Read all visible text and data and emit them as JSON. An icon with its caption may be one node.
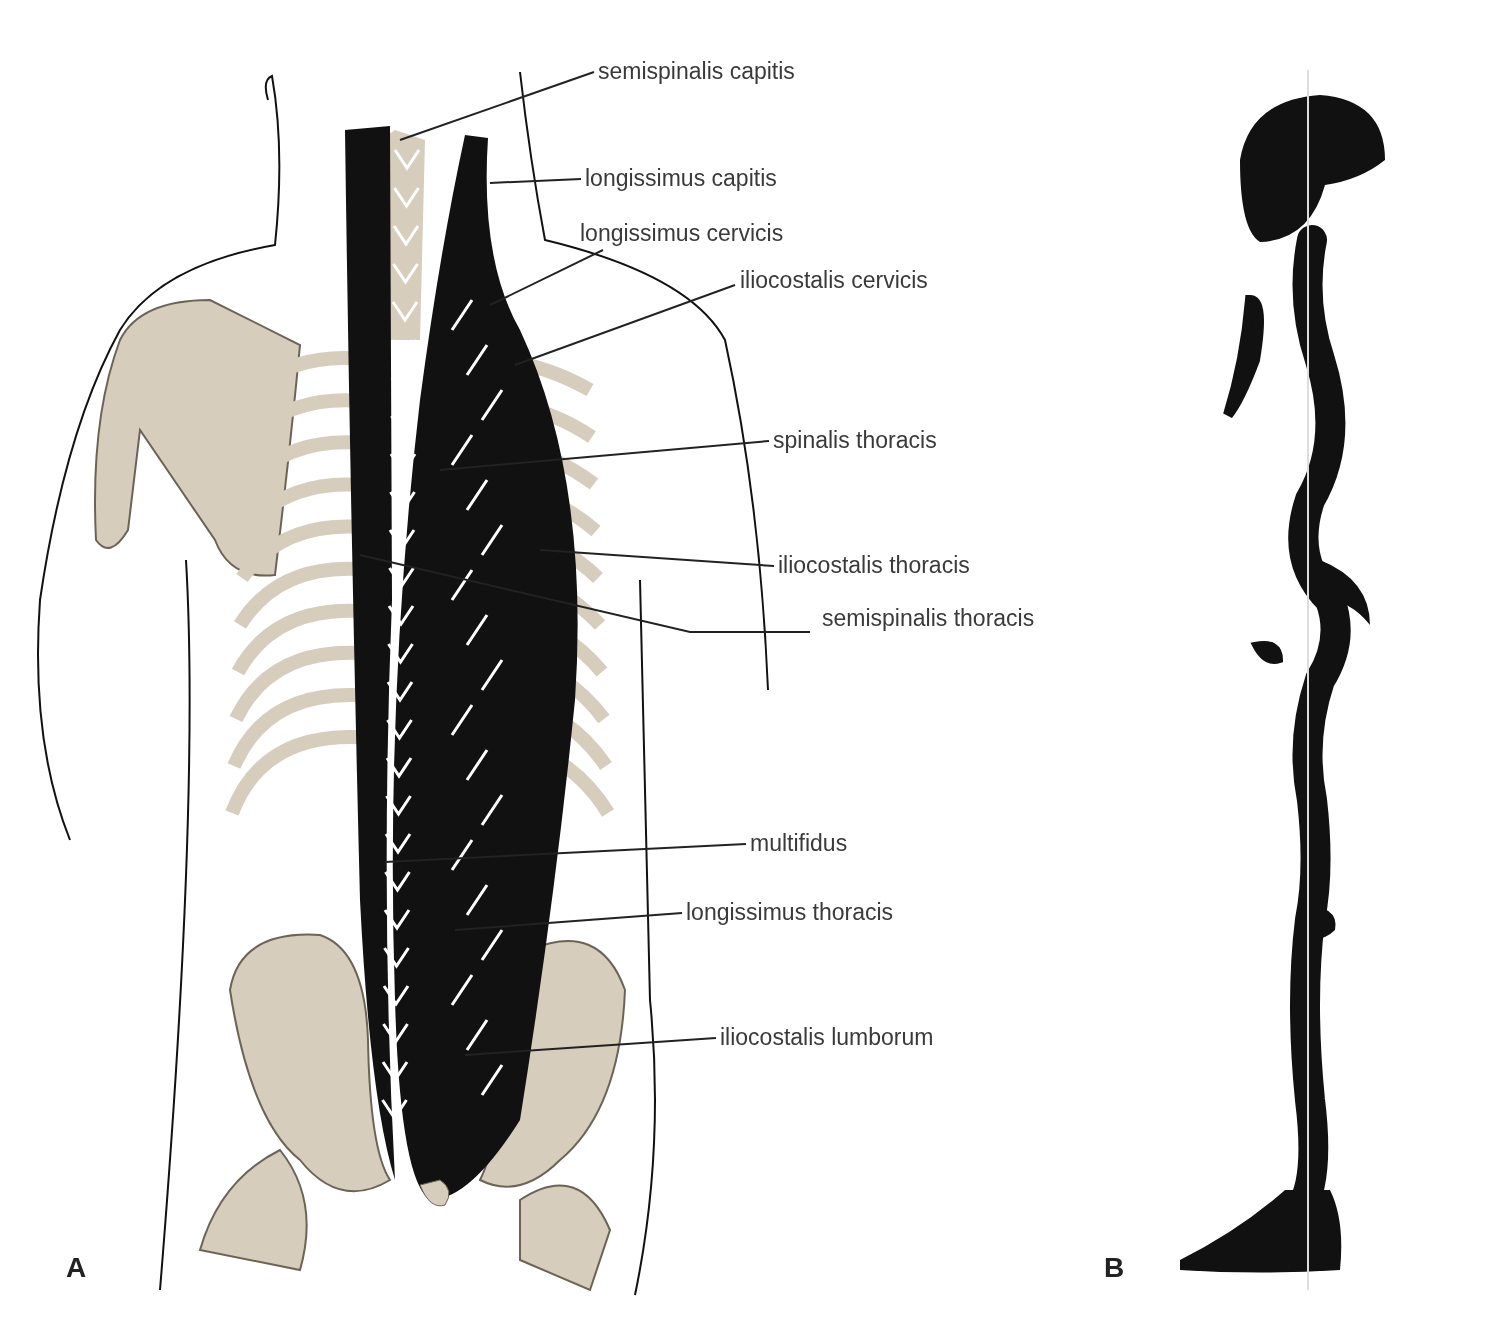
{
  "diagram": {
    "nodes": [
      {
        "text": [
          "semispinalis capitis"
        ]
      },
      {
        "text": [
          "longissimus capitis"
        ]
      },
      {
        "text": [
          "longissimus cervicis"
        ]
      },
      {
        "text": [
          "iliocostalis cervicis"
        ]
      },
      {
        "text": [
          "spinalis thoracis"
        ]
      },
      {
        "text": [
          "iliocostalis thoracis"
        ]
      },
      {
        "text": [
          "semispinalis thoracis"
        ]
      },
      {
        "text": [
          "multifidus"
        ]
      },
      {
        "text": [
          "longissimus thoracis"
        ]
      },
      {
        "text": [
          "iliocostalis lumborum"
        ]
      }
    ],
    "edges": [
      {
        "from": 0,
        "to": null,
        "arrow": "none"
      },
      {
        "from": 1,
        "to": null,
        "arrow": "none"
      },
      {
        "from": 2,
        "to": null,
        "arrow": "none"
      },
      {
        "from": 3,
        "to": null,
        "arrow": "none"
      },
      {
        "from": 4,
        "to": null,
        "arrow": "none"
      },
      {
        "from": 5,
        "to": null,
        "arrow": "none"
      },
      {
        "from": 6,
        "to": null,
        "arrow": "none"
      },
      {
        "from": 7,
        "to": null,
        "arrow": "none"
      },
      {
        "from": 8,
        "to": null,
        "arrow": "none"
      },
      {
        "from": 9,
        "to": null,
        "arrow": "none"
      }
    ],
    "labels": [
      "A",
      "B"
    ]
  }
}
